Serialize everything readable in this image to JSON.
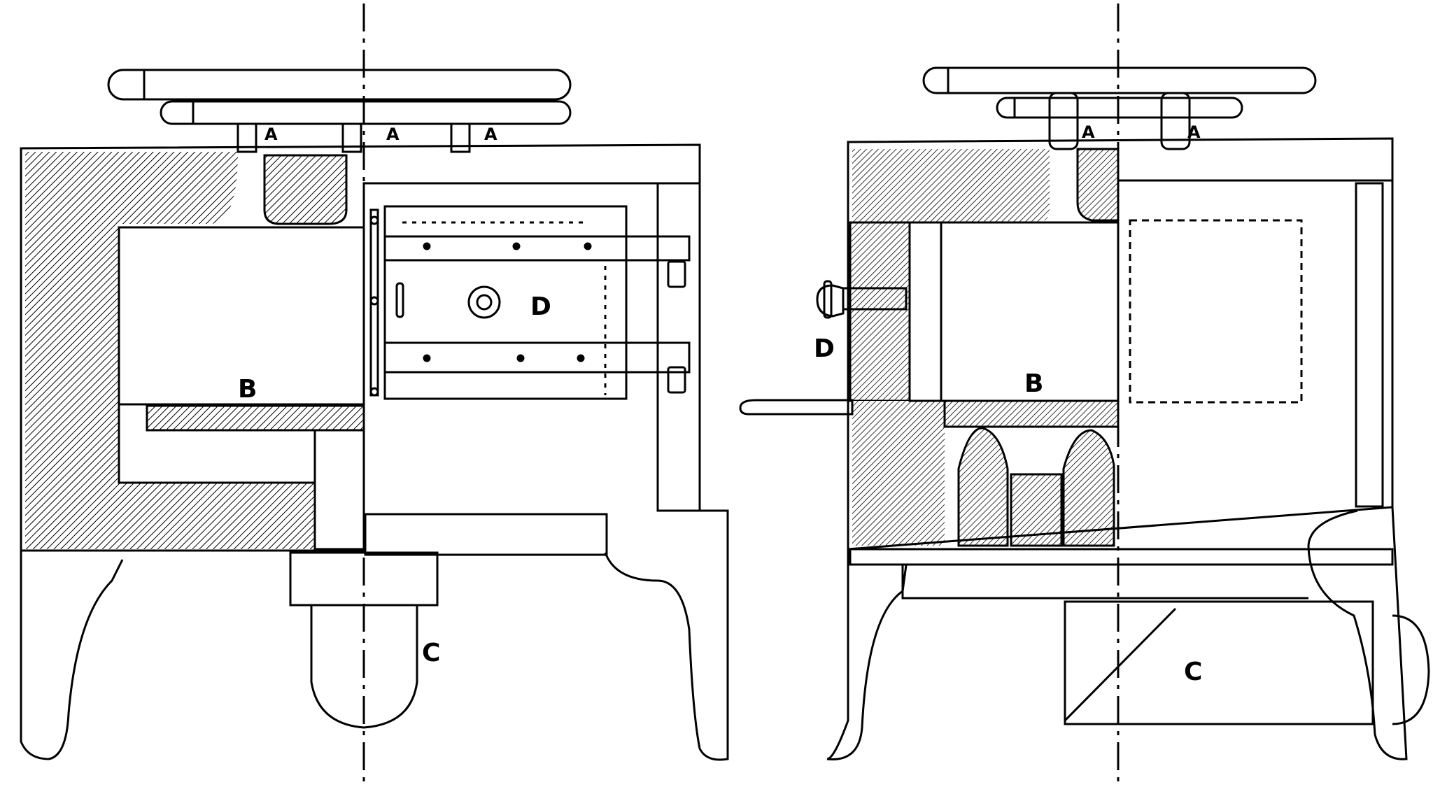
{
  "figure": {
    "left_view": {
      "labels": {
        "a1": "A",
        "a2": "A",
        "a3": "A",
        "b": "B",
        "c": "C",
        "d": "D"
      }
    },
    "right_view": {
      "labels": {
        "a1": "A",
        "a2": "A",
        "b": "B",
        "c": "C",
        "d": "D"
      }
    }
  }
}
